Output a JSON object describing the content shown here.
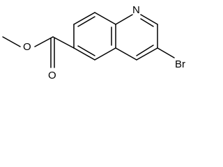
{
  "structure": {
    "atoms": {
      "n": "N",
      "o_ester": "O",
      "o_carbonyl": "O",
      "br": "Br"
    }
  }
}
